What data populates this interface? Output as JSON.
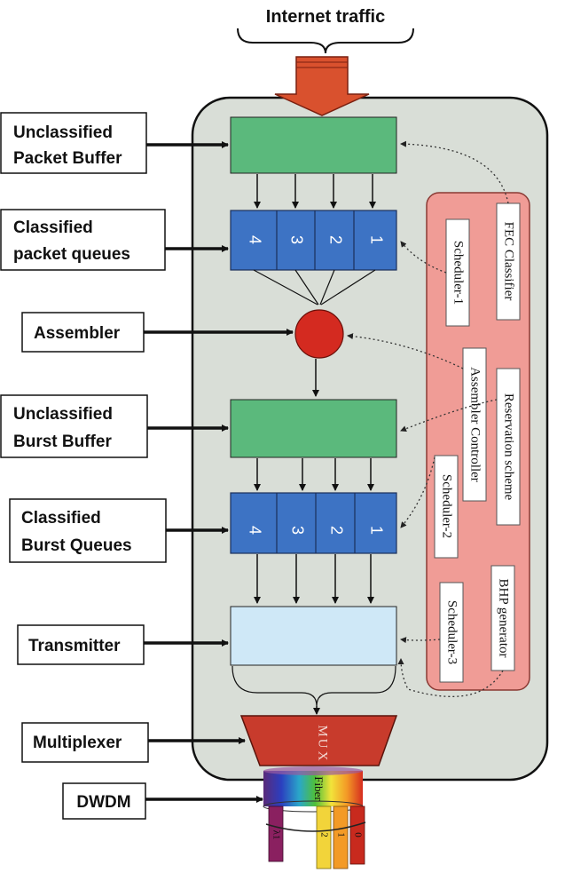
{
  "title": "Internet traffic",
  "left_labels": {
    "unclassified_packet_buffer": [
      "Unclassified",
      "Packet Buffer"
    ],
    "classified_packet_queues": [
      "Classified",
      "packet queues"
    ],
    "assembler": "Assembler",
    "unclassified_burst_buffer": [
      "Unclassified",
      "Burst  Buffer"
    ],
    "classified_burst_queues": [
      "Classified",
      "Burst  Queues"
    ],
    "transmitter": "Transmitter",
    "multiplexer": "Multiplexer",
    "dwdm": "DWDM"
  },
  "packet_queue_numbers": [
    "4",
    "3",
    "2",
    "1"
  ],
  "burst_queue_numbers": [
    "4",
    "3",
    "2",
    "1"
  ],
  "control": {
    "fec_classifier": "FEC Classifier",
    "scheduler_1": "Scheduler-1",
    "reservation_scheme": "Reservation scheme",
    "assembler_controller": "Assembler Controller",
    "scheduler_2": "Scheduler-2",
    "bhp_generator": "BHP generator",
    "scheduler_3": "Scheduler-3"
  },
  "mux_letters": [
    "M",
    "U",
    "X"
  ],
  "fiber_label": "Fiber",
  "fiber_channels": [
    "λ1",
    "2",
    "1",
    "0"
  ],
  "colors": {
    "node_panel": "#d9ded7",
    "buffer_green": "#5bb97c",
    "queue_blue": "#3d73c4",
    "assembler_red": "#d42a20",
    "control_panel": "#f09c96",
    "transmitter": "#cfe8f7",
    "mux": "#c83b2c",
    "input_arrow": "#d9512e"
  }
}
